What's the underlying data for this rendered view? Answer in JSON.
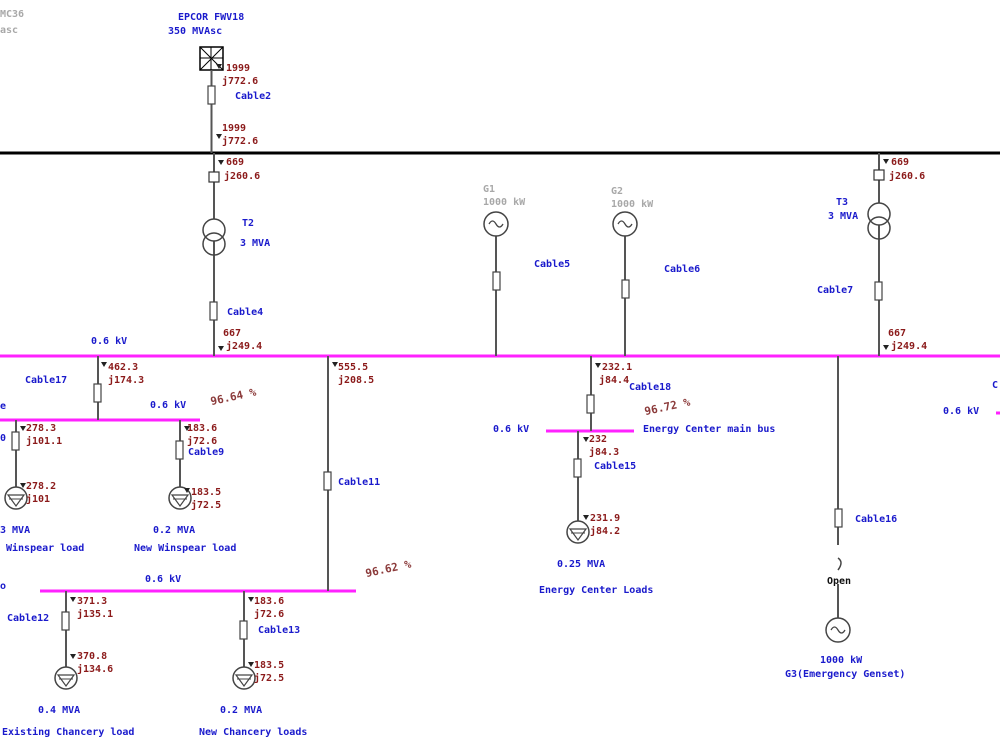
{
  "colors": {
    "bus_main": "#000000",
    "bus_lv": "#ff22ff",
    "label_blue": "#1a1acc",
    "flow_red": "#8b1a1a",
    "source_gray": "#a8a8a8",
    "line_gray": "#555555"
  },
  "utility": {
    "partial_top": "MC36",
    "partial_bottom": "asc",
    "name": "EPCOR FWV18",
    "rating": "350 MVAsc",
    "flow_p": "1999",
    "flow_q": "j772.6"
  },
  "cable2": {
    "name": "Cable2",
    "flow_p": "1999",
    "flow_q": "j772.6"
  },
  "t2": {
    "name": "T2",
    "rating": "3 MVA",
    "flow_p": "669",
    "flow_q": "j260.6"
  },
  "t3": {
    "name": "T3",
    "rating": "3 MVA",
    "flow_p": "669",
    "flow_q": "j260.6"
  },
  "cable4": {
    "name": "Cable4",
    "flow_p": "667",
    "flow_q": "j249.4"
  },
  "cable7": {
    "name": "Cable7",
    "flow_p": "667",
    "flow_q": "j249.4"
  },
  "g1": {
    "name": "G1",
    "rating": "1000 kW"
  },
  "g2": {
    "name": "G2",
    "rating": "1000 kW"
  },
  "cable5": {
    "name": "Cable5"
  },
  "cable6": {
    "name": "Cable6"
  },
  "main_lv_bus": {
    "voltage": "0.6 kV"
  },
  "cable17": {
    "name": "Cable17",
    "flow_p": "462.3",
    "flow_q": "j174.3"
  },
  "cable11": {
    "name": "Cable11",
    "flow_p": "555.5",
    "flow_q": "j208.5"
  },
  "cable18": {
    "name": "Cable18",
    "flow_p": "232.1",
    "flow_q": "j84.4"
  },
  "winspear_bus": {
    "voltage": "0.6 kV",
    "percent": "96.64 %",
    "partial_name": "e"
  },
  "winspear_existing": {
    "flow_p": "278.3",
    "flow_q": "j101.1",
    "load_p": "278.2",
    "load_q": "j101",
    "rating": "3 MVA",
    "name": "Winspear load",
    "partial_left": "0"
  },
  "cable9": {
    "name": "Cable9",
    "flow_p": "183.6",
    "flow_q": "j72.6",
    "load_p": "183.5",
    "load_q": "j72.5"
  },
  "winspear_new": {
    "rating": "0.2 MVA",
    "name": "New Winspear load"
  },
  "energy_bus": {
    "voltage": "0.6 kV",
    "percent": "96.72 %",
    "name": "Energy Center main bus"
  },
  "cable15": {
    "name": "Cable15",
    "flow_p": "232",
    "flow_q": "j84.3",
    "load_p": "231.9",
    "load_q": "j84.2"
  },
  "energy_load": {
    "rating": "0.25 MVA",
    "name": "Energy Center Loads"
  },
  "chancery_bus": {
    "voltage": "0.6 kV",
    "percent": "96.62 %",
    "partial_left": "o"
  },
  "cable12": {
    "name": "Cable12",
    "flow_p": "371.3",
    "flow_q": "j135.1",
    "load_p": "370.8",
    "load_q": "j134.6"
  },
  "chancery_existing": {
    "rating": "0.4 MVA",
    "name": "Existing Chancery load"
  },
  "cable13": {
    "name": "Cable13",
    "flow_p": "183.6",
    "flow_q": "j72.6",
    "load_p": "183.5",
    "load_q": "j72.5"
  },
  "chancery_new": {
    "rating": "0.2 MVA",
    "name": "New Chancery loads"
  },
  "cable16": {
    "name": "Cable16",
    "switch_state": "Open"
  },
  "g3": {
    "rating": "1000 kW",
    "name": "G3(Emergency Genset)"
  },
  "right_partial": {
    "voltage": "0.6 kV",
    "top_letter": "C"
  }
}
